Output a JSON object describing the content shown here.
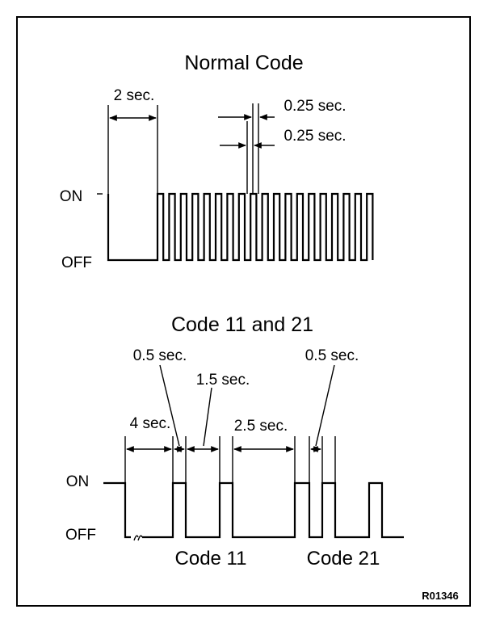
{
  "diagram": {
    "normal_title": "Normal Code",
    "code_title": "Code 11 and 21",
    "label_on": "ON",
    "label_off": "OFF",
    "normal_labels": {
      "initial": "2 sec.",
      "on_time": "0.25 sec.",
      "off_time": "0.25 sec."
    },
    "code_labels": {
      "pause": "4 sec.",
      "pulse": "0.5 sec.",
      "gap": "1.5 sec.",
      "between": "2.5 sec.",
      "pulse2": "0.5 sec."
    },
    "code11": "Code 11",
    "code21": "Code 21",
    "reference": "R01346",
    "colors": {
      "line": "#000000",
      "background": "#ffffff"
    }
  }
}
